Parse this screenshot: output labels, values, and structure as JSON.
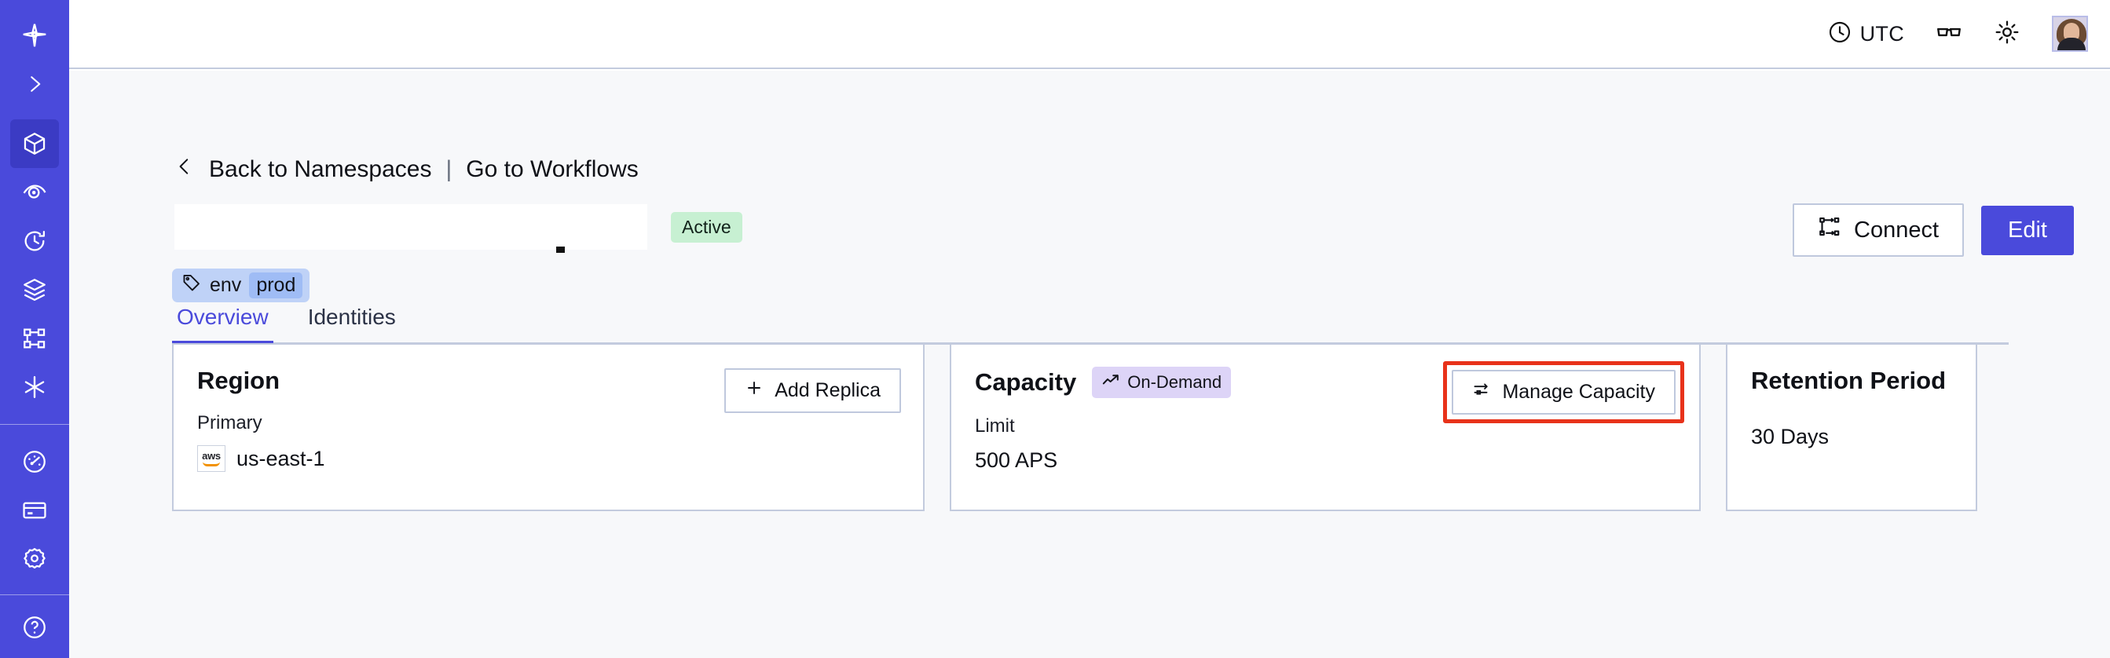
{
  "sidebar": {
    "items": [
      {
        "name": "logo",
        "icon": "temporal-logo-icon",
        "active": false
      },
      {
        "name": "expand",
        "icon": "chevron-right-icon",
        "active": false
      },
      {
        "name": "namespaces",
        "icon": "cube-icon",
        "active": true
      },
      {
        "name": "observability",
        "icon": "eye-icon",
        "active": false
      },
      {
        "name": "schedules",
        "icon": "clock-history-icon",
        "active": false
      },
      {
        "name": "batch-operations",
        "icon": "layers-icon",
        "active": false
      },
      {
        "name": "workflows",
        "icon": "workflow-graph-icon",
        "active": false
      },
      {
        "name": "nexus",
        "icon": "asterisk-icon",
        "active": false
      },
      {
        "name": "usage",
        "icon": "gauge-icon",
        "active": false
      },
      {
        "name": "billing",
        "icon": "credit-card-icon",
        "active": false
      },
      {
        "name": "settings",
        "icon": "gear-icon",
        "active": false
      }
    ]
  },
  "header": {
    "timezone_label": "UTC",
    "timezone_icon": "clock-icon",
    "glasses_icon": "glasses-icon",
    "theme_icon": "sun-icon",
    "avatar_icon": "user-avatar"
  },
  "breadcrumb": {
    "back_icon": "chevron-left-icon",
    "back_label": "Back to Namespaces",
    "separator": "|",
    "forward_label": "Go to Workflows"
  },
  "namespace": {
    "title": "",
    "status_badge": "Active",
    "tag": {
      "icon": "tag-icon",
      "key": "env",
      "value": "prod"
    }
  },
  "actions": {
    "connect_label": "Connect",
    "connect_icon": "connect-icon",
    "edit_label": "Edit"
  },
  "tabs": [
    {
      "label": "Overview",
      "active": true
    },
    {
      "label": "Identities",
      "active": false
    }
  ],
  "cards": {
    "region": {
      "title": "Region",
      "action_label": "Add Replica",
      "action_icon": "plus-icon",
      "sub_label": "Primary",
      "provider_icon": "aws-logo",
      "provider_text": "aws",
      "value": "us-east-1"
    },
    "capacity": {
      "title": "Capacity",
      "badge_label": "On-Demand",
      "badge_icon": "trending-up-icon",
      "action_label": "Manage Capacity",
      "action_icon": "sliders-icon",
      "sub_label": "Limit",
      "value": "500 APS",
      "highlighted": true
    },
    "retention": {
      "title": "Retention Period",
      "value": "30 Days"
    }
  },
  "colors": {
    "sidebar_bg": "#4A4ADB",
    "sidebar_active": "#3B3BC4",
    "accent": "#4A4ADB",
    "main_bg": "#F7F8FA",
    "card_border": "#C3CBDE",
    "status_active_bg": "#C7F0D2",
    "badge_ondemand_bg": "#DDD4F7",
    "tag_bg": "#BFD2F7",
    "tag_value_bg": "#9FBCF5",
    "highlight_box": "#E8321A"
  }
}
